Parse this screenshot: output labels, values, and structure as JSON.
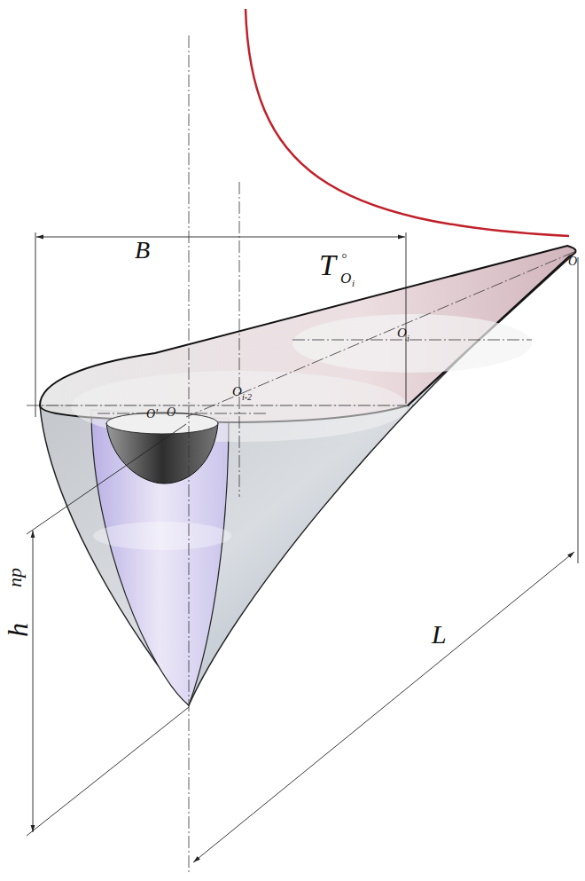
{
  "diagram": {
    "labels": [
      "T",
      "O",
      "i",
      "°",
      "B",
      "O",
      "O",
      "i",
      "O",
      "i-2",
      "O'",
      "O",
      "L",
      "h",
      "np"
    ]
  }
}
